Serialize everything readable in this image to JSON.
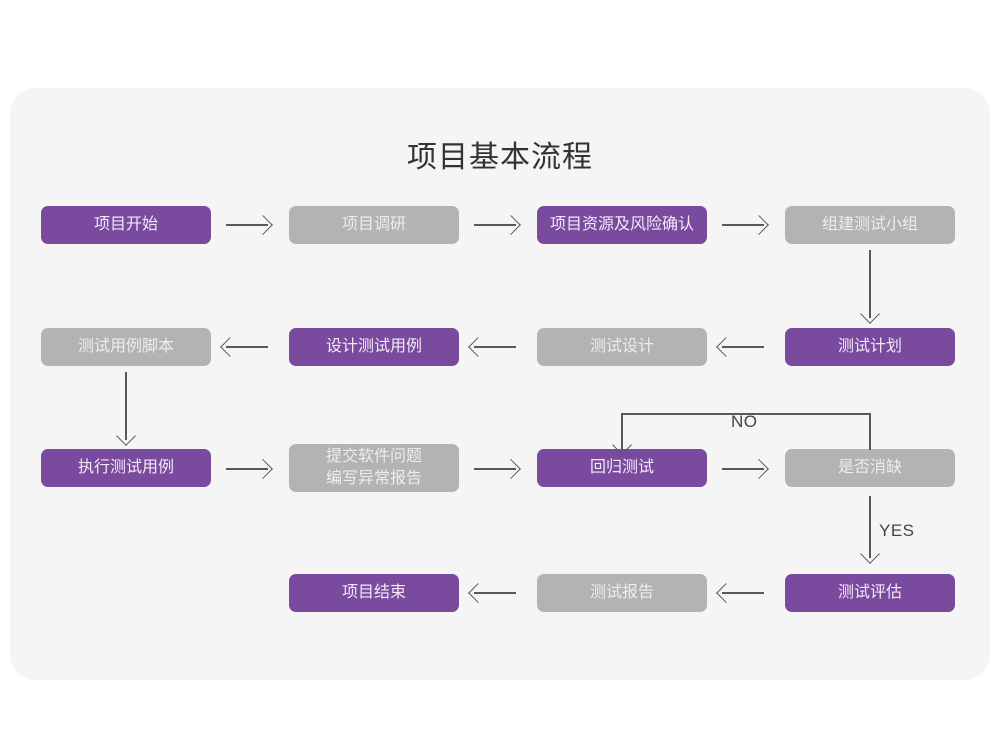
{
  "card": {
    "background": "#f5f5f5",
    "page_background": "#ffffff"
  },
  "title": "项目基本流程",
  "colors": {
    "purple": "#7a4a9e",
    "gray": "#b3b3b3",
    "connector": "#595959",
    "title_text": "#333333",
    "purple_text": "#f2eaf7",
    "gray_text": "#ededed"
  },
  "nodes": [
    {
      "id": "project-start",
      "label": "项目开始",
      "style": "purple"
    },
    {
      "id": "project-research",
      "label": "项目调研",
      "style": "gray"
    },
    {
      "id": "resource-risk",
      "label": "项目资源及风险确认",
      "style": "purple"
    },
    {
      "id": "build-test-team",
      "label": "组建测试小组",
      "style": "gray"
    },
    {
      "id": "test-case-script",
      "label": "测试用例脚本",
      "style": "gray"
    },
    {
      "id": "design-test-case",
      "label": "设计测试用例",
      "style": "purple"
    },
    {
      "id": "test-design",
      "label": "测试设计",
      "style": "gray"
    },
    {
      "id": "test-plan",
      "label": "测试计划",
      "style": "purple"
    },
    {
      "id": "execute-test-case",
      "label": "执行测试用例",
      "style": "purple"
    },
    {
      "id": "submit-bug-report",
      "label": "提交软件问题\n编写异常报告",
      "style": "gray"
    },
    {
      "id": "regression-test",
      "label": "回归测试",
      "style": "purple"
    },
    {
      "id": "defect-cleared",
      "label": "是否消缺",
      "style": "gray"
    },
    {
      "id": "project-end",
      "label": "项目结束",
      "style": "purple"
    },
    {
      "id": "test-report",
      "label": "测试报告",
      "style": "gray"
    },
    {
      "id": "test-evaluation",
      "label": "测试评估",
      "style": "purple"
    }
  ],
  "edge_labels": {
    "no": "NO",
    "yes": "YES"
  }
}
